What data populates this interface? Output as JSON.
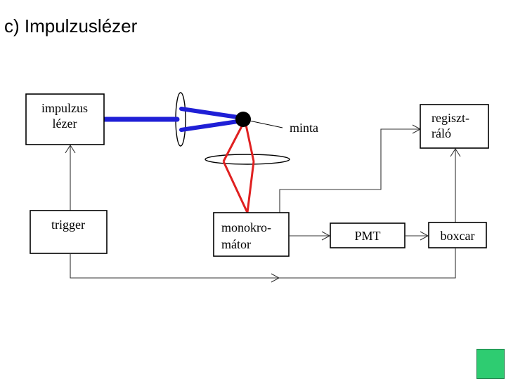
{
  "slide": {
    "title": "c) Impulzuslézer"
  },
  "diagram": {
    "boxes": {
      "laser": [
        "impulzus",
        "lézer"
      ],
      "recorder": [
        "regiszt-",
        "ráló"
      ],
      "trigger": [
        "trigger"
      ],
      "monochromator": [
        "monokro-",
        "mátor"
      ],
      "pmt": [
        "PMT"
      ],
      "boxcar": [
        "boxcar"
      ]
    },
    "sample_label": "minta"
  },
  "colors": {
    "laser_beam": "#1f1fd6",
    "emission": "#e02020",
    "sample": "#000000",
    "corner_accent": "#2ecc71"
  }
}
